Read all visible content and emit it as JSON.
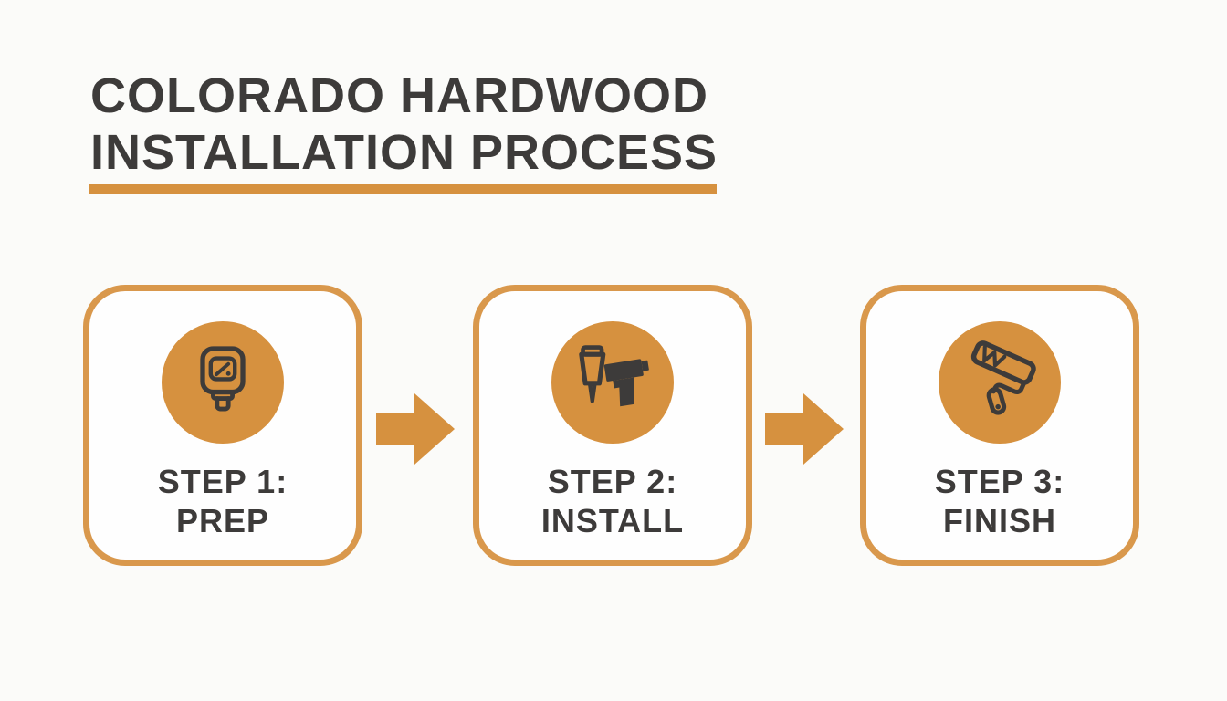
{
  "title": {
    "line1": "COLORADO HARDWOOD",
    "line2": "INSTALLATION PROCESS"
  },
  "steps": [
    {
      "step": "STEP 1:",
      "name": "PREP",
      "icon": "moisture-meter-icon"
    },
    {
      "step": "STEP 2:",
      "name": "INSTALL",
      "icon": "nail-gun-icon"
    },
    {
      "step": "STEP 3:",
      "name": "FINISH",
      "icon": "paint-roller-icon"
    }
  ],
  "arrows": [
    "right-arrow",
    "right-arrow"
  ],
  "colors": {
    "accent_orange": "#D6913F",
    "border_orange": "#D9984C",
    "text_dark": "#3D3B3A",
    "background": "#FBFBF9",
    "card_background": "#FEFEFE"
  }
}
